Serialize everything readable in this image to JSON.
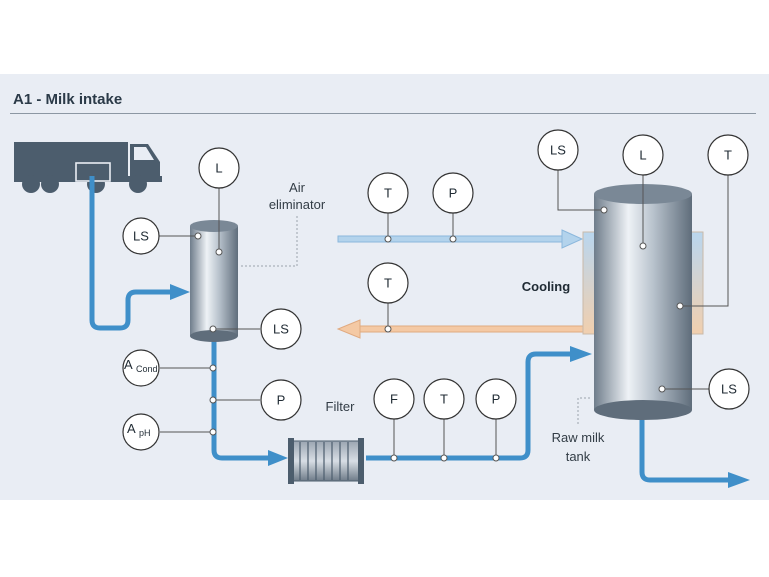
{
  "title": "A1 - Milk intake",
  "instruments": {
    "l_eliminator": "L",
    "ls_eliminator_top": "LS",
    "ls_eliminator_bottom": "LS",
    "a_cond_letter": "A",
    "a_cond_sub": "Cond",
    "p_outlet": "P",
    "a_ph_letter": "A",
    "a_ph_sub": "pH",
    "t_supply": "T",
    "p_supply": "P",
    "t_return": "T",
    "f_line": "F",
    "t_line": "T",
    "p_line": "P",
    "ls_tank_top": "LS",
    "l_tank": "L",
    "t_tank": "T",
    "ls_tank_bottom": "LS"
  },
  "labels": {
    "air_eliminator_1": "Air",
    "air_eliminator_2": "eliminator",
    "filter": "Filter",
    "cooling": "Cooling",
    "raw_milk_tank_1": "Raw milk",
    "raw_milk_tank_2": "tank"
  },
  "colors": {
    "background": "#e9edf4",
    "milk_pipe": "#3f8fc9",
    "cooling_supply": "#b3d3ec",
    "cooling_return": "#f4c9a4",
    "instrument_line": "#555555"
  }
}
